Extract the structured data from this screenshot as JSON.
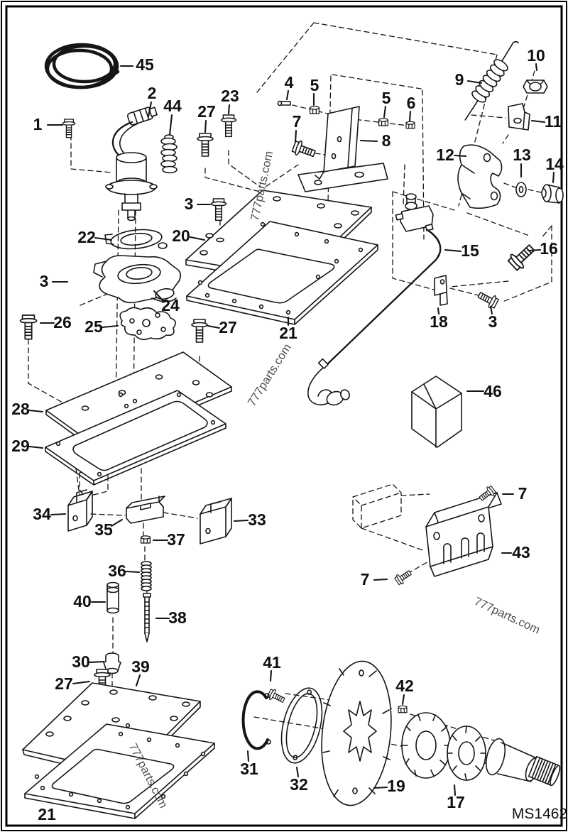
{
  "diagram": {
    "id_label": "MS1462",
    "watermark": "777parts.com",
    "background": "#ffffff",
    "line_color": "#151515",
    "type": "exploded-parts-diagram",
    "part_numbers_shown": [
      "1",
      "2",
      "3",
      "4",
      "5",
      "6",
      "7",
      "8",
      "9",
      "10",
      "11",
      "12",
      "13",
      "14",
      "15",
      "16",
      "17",
      "18",
      "19",
      "20",
      "21",
      "22",
      "23",
      "24",
      "25",
      "26",
      "27",
      "28",
      "29",
      "30",
      "31",
      "32",
      "33",
      "34",
      "35",
      "36",
      "37",
      "38",
      "39",
      "40",
      "41",
      "42",
      "43",
      "44",
      "45",
      "46"
    ]
  },
  "labels": {
    "p45": "45",
    "p1": "1",
    "p2": "2",
    "p44": "44",
    "p27a": "27",
    "p23": "23",
    "p3a": "3",
    "p4": "4",
    "p5a": "5",
    "p5b": "5",
    "p6": "6",
    "p7a": "7",
    "p8": "8",
    "p9": "9",
    "p10": "10",
    "p11": "11",
    "p12": "12",
    "p13": "13",
    "p14": "14",
    "p22": "22",
    "p20": "20",
    "p3b": "3",
    "p24": "24",
    "p26": "26",
    "p25": "25",
    "p27b": "27",
    "p15": "15",
    "p16": "16",
    "p18": "18",
    "p3c": "3",
    "p21a": "21",
    "p46": "46",
    "p28": "28",
    "p29": "29",
    "p34": "34",
    "p35": "35",
    "p33": "33",
    "p37": "37",
    "p36": "36",
    "p40": "40",
    "p38": "38",
    "p30": "30",
    "p39": "39",
    "p27c": "27",
    "p41": "41",
    "p31": "31",
    "p32": "32",
    "p42": "42",
    "p19": "19",
    "p17": "17",
    "p43": "43",
    "p7b": "7",
    "p7c": "7"
  }
}
